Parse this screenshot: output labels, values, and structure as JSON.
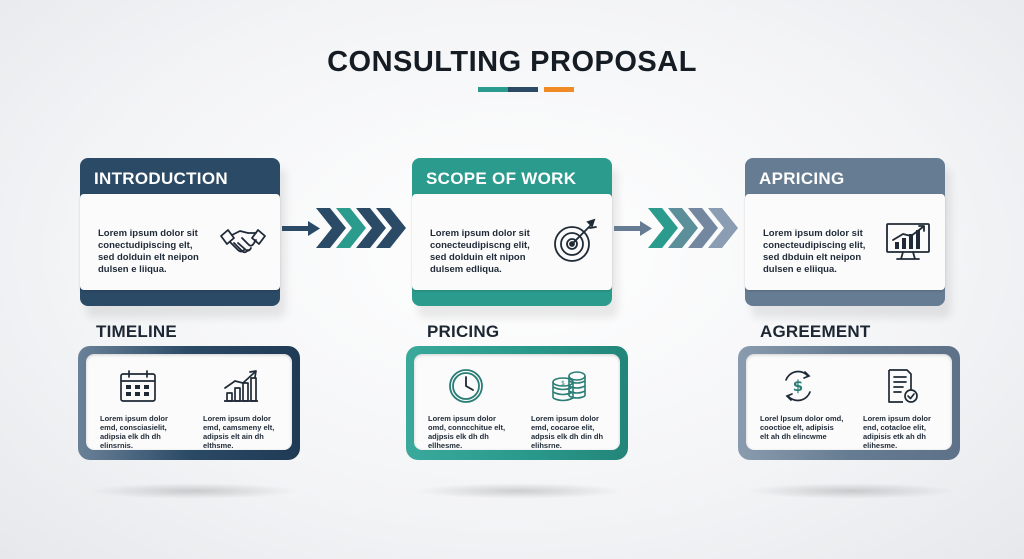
{
  "title": "CONSULTING PROPOSAL",
  "colors": {
    "navy": "#2b4a66",
    "teal": "#2a9b8d",
    "slate": "#667c92",
    "orange": "#f08a24"
  },
  "steps": [
    {
      "heading": "INTRODUCTION",
      "text": "Lorem ipsum dolor sit conectudipiscing elt, sed dolduin elt neipon dulsen e liiqua.",
      "icon": "handshake-icon"
    },
    {
      "heading": "SCOPE OF WORK",
      "text": "Lorem ipsum dolor sit conecteudipiscng elit, sed dolduin elt nipon dulsem edliqua.",
      "icon": "target-icon"
    },
    {
      "heading": "APRICING",
      "text": "Lorem ipsum dolor sit conecteudipiscing elit, sed dbduin elt neipon dulsen e eliiqua.",
      "icon": "chart-monitor-icon"
    }
  ],
  "sections": [
    {
      "label": "TIMELINE",
      "items": [
        {
          "icon": "calendar-icon",
          "text": "Lorem ipsum dolor emd, consciasielit, adipsia elk dh dh elinsrnis."
        },
        {
          "icon": "growth-chart-icon",
          "text": "Lorem ipsum dolor emd, camsmeny elt, adipsis elt ain dh elthsme."
        }
      ]
    },
    {
      "label": "PRICING",
      "items": [
        {
          "icon": "clock-icon",
          "text": "Lorem ipsum dolor omd, conncchitue elt, adjpsis elk dh dh ellhesme."
        },
        {
          "icon": "coins-icon",
          "text": "Lorem ipsum dolor emd, cocaroe elit, adpsis elk dh din dh elihsrne."
        }
      ]
    },
    {
      "label": "AGREEMENT",
      "items": [
        {
          "icon": "dollar-cycle-icon",
          "text": "Lorel lpsum dolor omd, cooctioe elt, adipisis elt ah dh elincwme"
        },
        {
          "icon": "document-badge-icon",
          "text": "Lorem ipsum dolor end, cotacloe elit, adipisis etk ah dh elihesme."
        }
      ]
    }
  ]
}
